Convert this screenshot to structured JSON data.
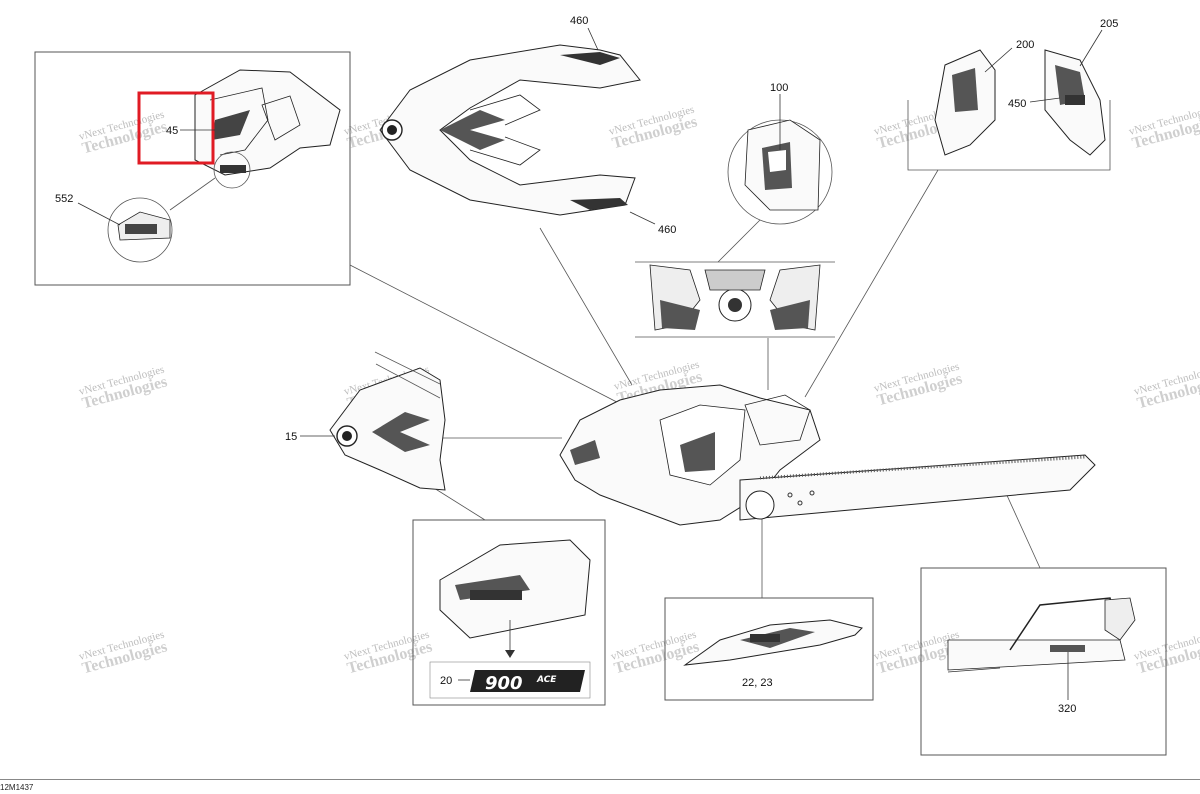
{
  "callouts": {
    "c45": "45",
    "c552": "552",
    "c460_top": "460",
    "c460_bottom": "460",
    "c100": "100",
    "c200": "200",
    "c205": "205",
    "c450": "450",
    "c15": "15",
    "c20": "20",
    "c22_23": "22, 23",
    "c320": "320"
  },
  "badge": {
    "main": "900",
    "sub": "ACE"
  },
  "watermark": {
    "line1": "vNext Technologies",
    "line2": "Technologies"
  },
  "diagram_code": "12M1437",
  "highlight_color": "#e01b24"
}
